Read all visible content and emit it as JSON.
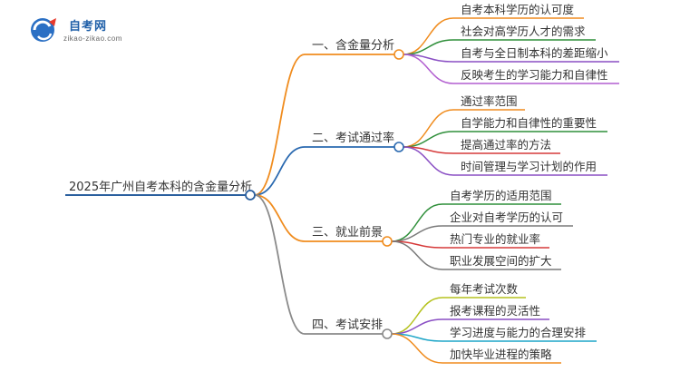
{
  "logo": {
    "title": "自考网",
    "subtitle": "zikao-zikao.com"
  },
  "root": {
    "label": "2025年广州自考本科的含金量分析",
    "color": "#2a5f9e"
  },
  "branches": [
    {
      "label": "一、含金量分析",
      "color": "#f08c1e",
      "children": [
        {
          "label": "自考本科学历的认可度",
          "color": "#f08c1e"
        },
        {
          "label": "社会对高学历人才的需求",
          "color": "#2f8f3a"
        },
        {
          "label": "自考与全日制本科的差距缩小",
          "color": "#8a4fc4"
        },
        {
          "label": "反映考生的学习能力和自律性",
          "color": "#b25fd0"
        }
      ]
    },
    {
      "label": "二、考试通过率",
      "color": "#2a69b0",
      "children": [
        {
          "label": "通过率范围",
          "color": "#f08c1e"
        },
        {
          "label": "自学能力和自律性的重要性",
          "color": "#2f8f3a"
        },
        {
          "label": "提高通过率的方法",
          "color": "#d63a3a"
        },
        {
          "label": "时间管理与学习计划的作用",
          "color": "#8a4fc4"
        }
      ]
    },
    {
      "label": "三、就业前景",
      "color": "#f08c1e",
      "children": [
        {
          "label": "自考学历的适用范围",
          "color": "#2f8f3a"
        },
        {
          "label": "企业对自考学历的认可",
          "color": "#7a7a7a"
        },
        {
          "label": "热门专业的就业率",
          "color": "#d63a3a"
        },
        {
          "label": "职业发展空间的扩大",
          "color": "#7a7a7a"
        }
      ]
    },
    {
      "label": "四、考试安排",
      "color": "#8a8a8a",
      "children": [
        {
          "label": "每年考试次数",
          "color": "#b5c21e"
        },
        {
          "label": "报考课程的灵活性",
          "color": "#8a4fc4"
        },
        {
          "label": "学习进度与能力的合理安排",
          "color": "#1fa6c8"
        },
        {
          "label": "加快毕业进程的策略",
          "color": "#f08c1e"
        }
      ]
    }
  ]
}
